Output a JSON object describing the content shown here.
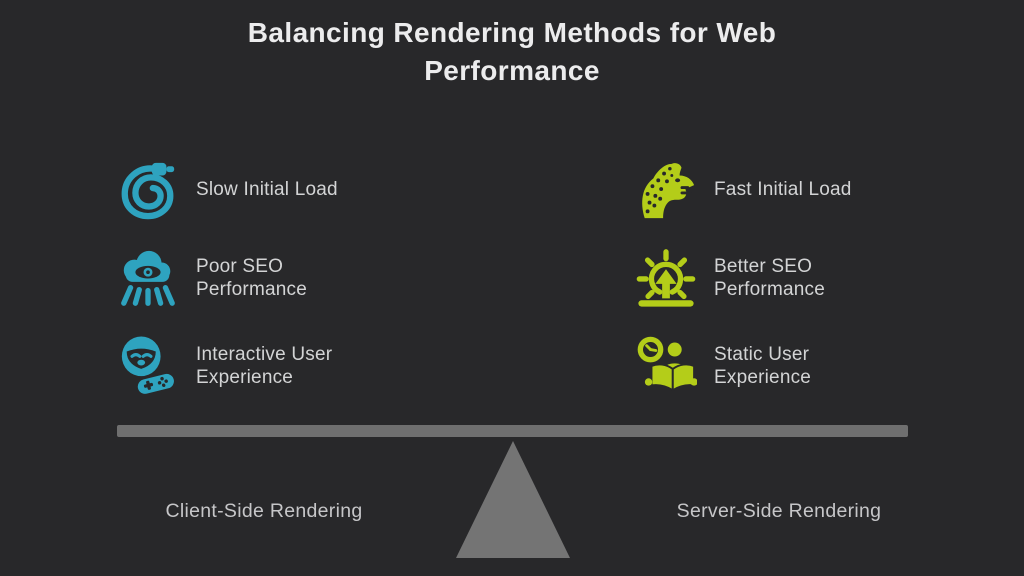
{
  "title": "Balancing Rendering Methods for Web Performance",
  "colors": {
    "background": "#28282a",
    "teal": "#2ea3bf",
    "green": "#b4cd19",
    "beam": "#6f6f6f",
    "fulcrum": "#747474",
    "title-text": "#ececed",
    "item-text": "#d3d4d5",
    "side-label-text": "#c6c6c8"
  },
  "left": {
    "label": "Client-Side Rendering",
    "items": [
      {
        "icon": "coiled-hose-icon",
        "text": "Slow Initial Load"
      },
      {
        "icon": "eye-cloud-icon",
        "text": "Poor SEO Performance"
      },
      {
        "icon": "gamer-icon",
        "text": "Interactive User Experience"
      }
    ]
  },
  "right": {
    "label": "Server-Side Rendering",
    "items": [
      {
        "icon": "cheetah-icon",
        "text": "Fast Initial Load"
      },
      {
        "icon": "rising-sun-icon",
        "text": "Better SEO Performance"
      },
      {
        "icon": "reading-person-icon",
        "text": "Static User Experience"
      }
    ]
  }
}
